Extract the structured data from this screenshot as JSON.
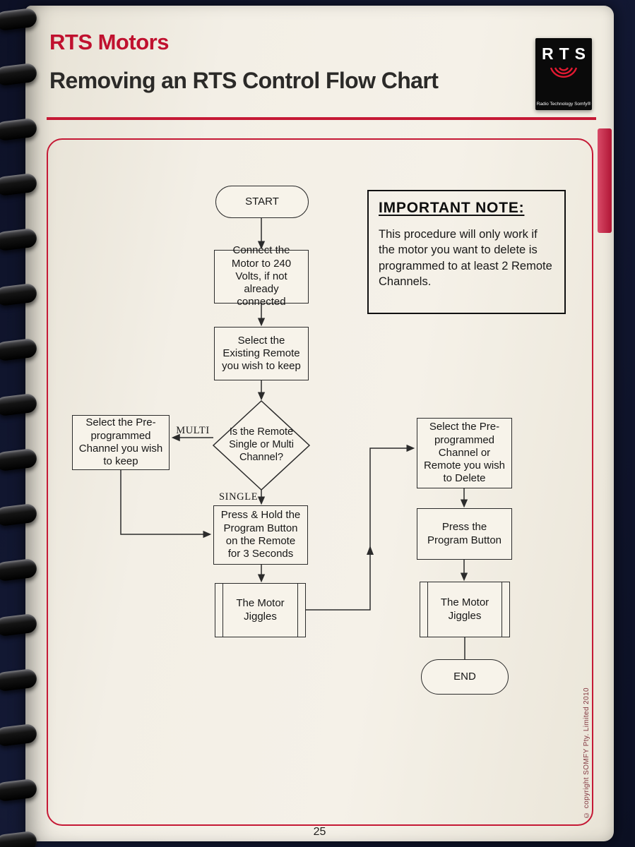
{
  "header": {
    "title": "RTS Motors",
    "subtitle": "Removing an RTS Control Flow Chart"
  },
  "logo": {
    "letters": "RTS",
    "caption": "Radio Technology Somfy®"
  },
  "note": {
    "heading": "IMPORTANT NOTE:",
    "body": "This procedure will only work if the motor you want to delete is programmed to at least 2 Remote Channels."
  },
  "flowchart": {
    "nodes": {
      "start": "START",
      "connect_motor": "Connect the Motor to 240 Volts, if not already connected",
      "select_existing": "Select the Existing Remote you wish to keep",
      "decision": "Is the Remote Single or Multi Channel?",
      "select_keep": "Select the Pre-programmed Channel you wish to keep",
      "press_hold": "Press & Hold the Program Button on the Remote for 3 Seconds",
      "motor_jiggles_1": "The Motor Jiggles",
      "select_delete": "Select the Pre-programmed Channel or Remote you wish to Delete",
      "press_program": "Press the Program Button",
      "motor_jiggles_2": "The Motor Jiggles",
      "end": "END"
    },
    "branch_labels": {
      "multi": "MULTI",
      "single": "SINGLE"
    }
  },
  "footer": {
    "page_number": "25",
    "copyright": "© copyright SOMFY Pty. Limited 2010"
  }
}
